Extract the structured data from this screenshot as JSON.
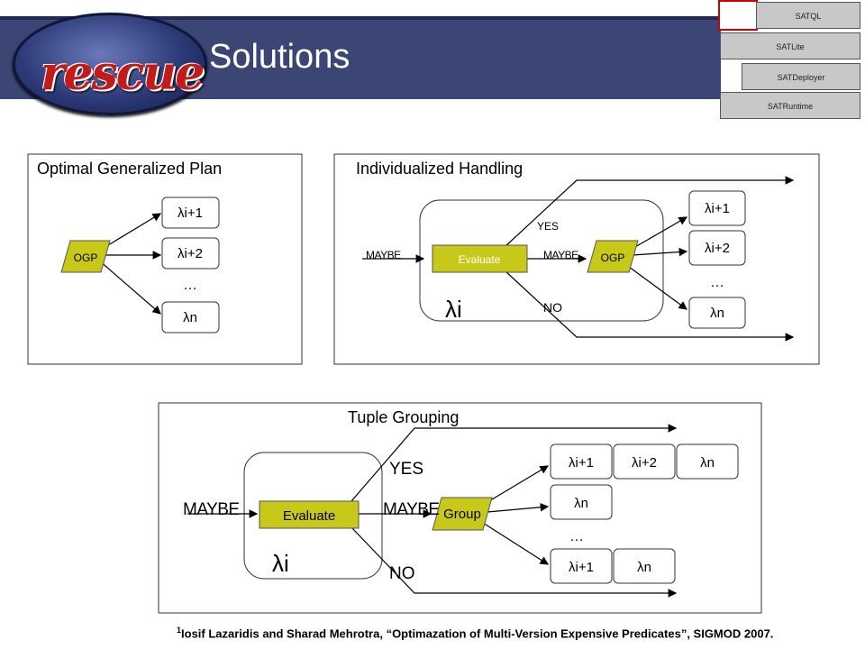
{
  "header": {
    "logo_text": "rescue",
    "title": "Solutions"
  },
  "stack": {
    "layers": [
      "SATQL",
      "SATLite",
      "SATDeployer",
      "SATRuntime"
    ],
    "top_accent": "#cc0000"
  },
  "panel1": {
    "title": "Optimal Generalized Plan",
    "ogp": "OGP",
    "items": [
      "λi+1",
      "λi+2",
      "λn"
    ],
    "ellipsis": "…"
  },
  "panel2": {
    "title": "Individualized Handling",
    "maybe_in": "MAYBE",
    "evaluate": "Evaluate",
    "maybe_out": "MAYBE",
    "ogp": "OGP",
    "yes": "YES",
    "no": "NO",
    "lambda": "λi",
    "items": [
      "λi+1",
      "λi+2",
      "λn"
    ],
    "ellipsis": "…"
  },
  "panel3": {
    "title": "Tuple Grouping",
    "maybe_in": "MAYBE",
    "evaluate": "Evaluate",
    "maybe_out": "MAYBE",
    "group": "Group",
    "yes": "YES",
    "no": "NO",
    "lambda": "λi",
    "row1": [
      "λi+1",
      "λi+2",
      "λn"
    ],
    "row2": [
      "λn"
    ],
    "row3": [
      "λi+1",
      "λn"
    ],
    "ellipsis": "…"
  },
  "footnote": {
    "marker": "1",
    "text": "Iosif Lazaridis and Sharad Mehrotra, “Optimazation of Multi-Version Expensive Predicates”, SIGMOD 2007."
  },
  "colors": {
    "header_band": "#3b4675",
    "node_fill": "#c8c81a",
    "layer_fill": "#c8c8c8"
  }
}
